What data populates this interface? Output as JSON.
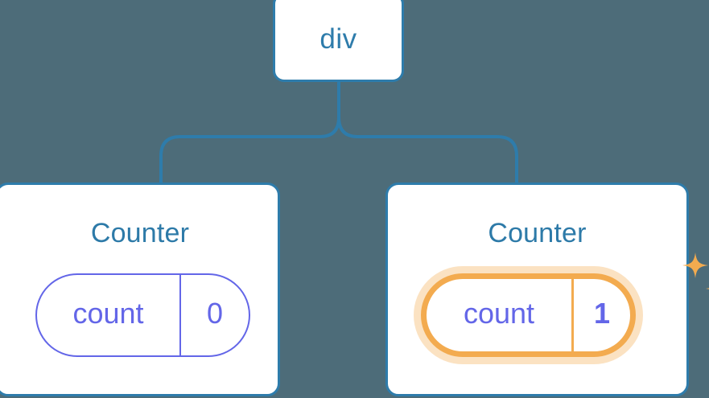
{
  "theme": {
    "background": "#4d6c79",
    "node_border": "#2e7cab",
    "node_text": "#2d7aa8",
    "card_background": "#ffffff",
    "state_accent": "#6366e8",
    "highlight_accent": "#f3ab4f",
    "highlight_glow": "#f7be78",
    "connector": "#2e7cab"
  },
  "tree": {
    "root": {
      "label": "div",
      "type": "dom-element-node"
    },
    "children": [
      {
        "name": "counter-card-left",
        "title": "Counter",
        "highlighted": false,
        "state": {
          "key": "count",
          "value": "0",
          "value_bold": false,
          "highlighted": false
        },
        "sparkles": false
      },
      {
        "name": "counter-card-right",
        "title": "Counter",
        "highlighted": true,
        "state": {
          "key": "count",
          "value": "1",
          "value_bold": true,
          "highlighted": true
        },
        "sparkles": true
      }
    ]
  },
  "icons": {
    "sparkle_large": "sparkle-icon",
    "sparkle_small": "sparkle-icon"
  }
}
